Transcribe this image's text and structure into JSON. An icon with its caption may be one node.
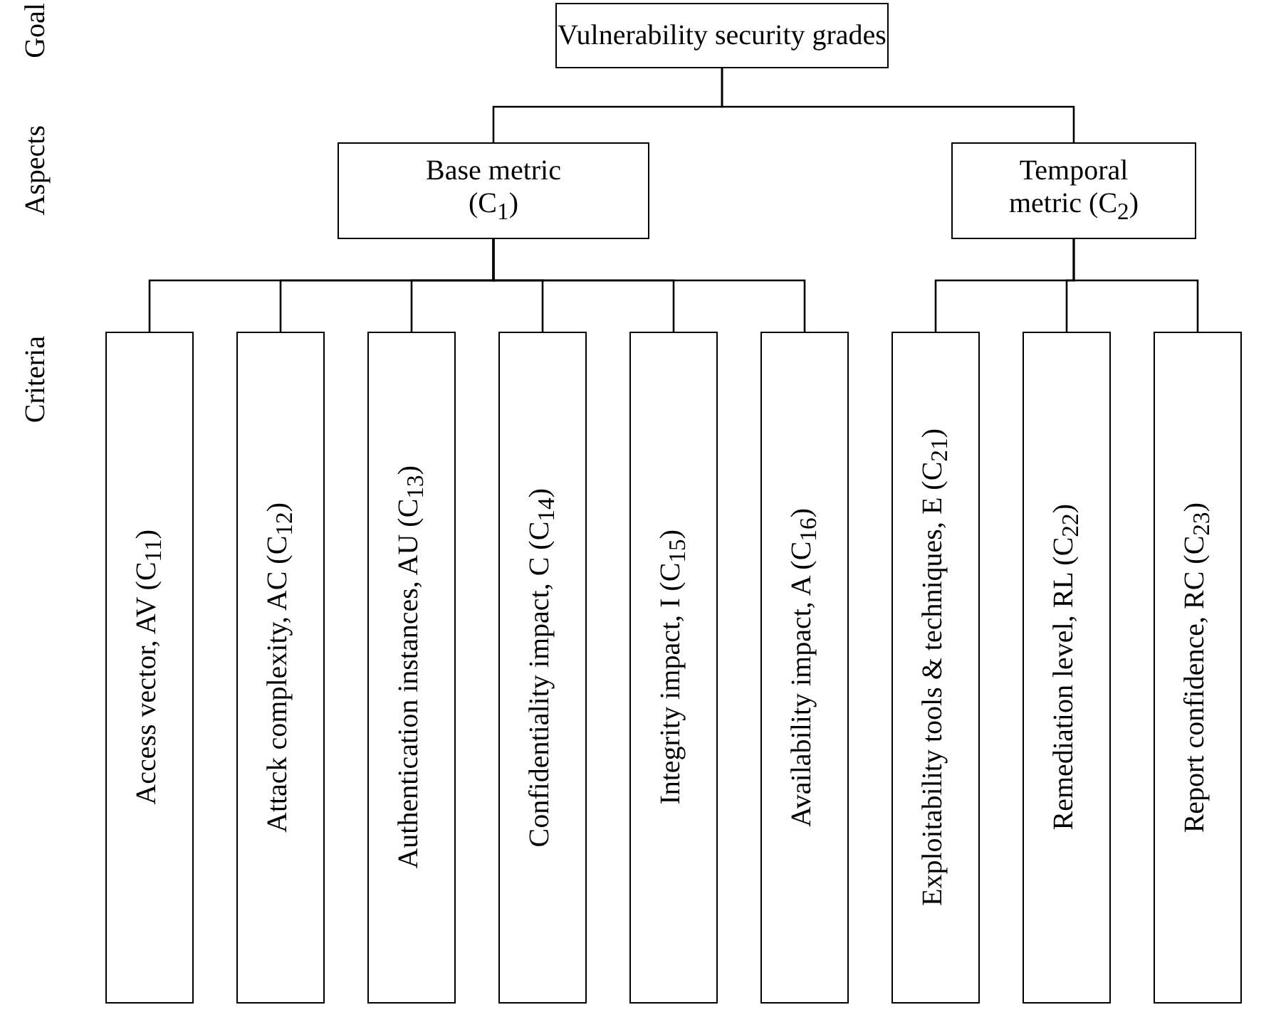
{
  "diagram": {
    "nodes": [
      {
        "text": [
          "Vulnerability security grades"
        ]
      },
      {
        "text": [
          "Base metric (C$_{1}$)"
        ]
      },
      {
        "text": [
          "Temporal metric (C$_{2}$)"
        ]
      },
      {
        "text": [
          "Access vector, AV (C$_{11}$)"
        ]
      },
      {
        "text": [
          "Attack complexity, AC (C$_{12}$)"
        ]
      },
      {
        "text": [
          "Authentication instances, AU (C$_{13}$)"
        ]
      },
      {
        "text": [
          "Confidentiality impact, C (C$_{14}$)"
        ]
      },
      {
        "text": [
          "Integrity impact, I (C$_{15}$)"
        ]
      },
      {
        "text": [
          "Availability impact, A (C$_{16}$)"
        ]
      },
      {
        "text": [
          "Exploitability tools & techniques, E (C$_{21}$)"
        ]
      },
      {
        "text": [
          "Remediation level, RL (C$_{22}$)"
        ]
      },
      {
        "text": [
          "Report confidence, RC (C$_{23}$)"
        ]
      }
    ],
    "edges": [
      {
        "from": 0,
        "to": 1,
        "arrow": "none"
      },
      {
        "from": 0,
        "to": 2,
        "arrow": "none"
      },
      {
        "from": 1,
        "to": 3,
        "arrow": "none"
      },
      {
        "from": 1,
        "to": 4,
        "arrow": "none"
      },
      {
        "from": 1,
        "to": 5,
        "arrow": "none"
      },
      {
        "from": 1,
        "to": 6,
        "arrow": "none"
      },
      {
        "from": 1,
        "to": 7,
        "arrow": "none"
      },
      {
        "from": 1,
        "to": 8,
        "arrow": "none"
      },
      {
        "from": 2,
        "to": 9,
        "arrow": "none"
      },
      {
        "from": 2,
        "to": 10,
        "arrow": "none"
      },
      {
        "from": 2,
        "to": 11,
        "arrow": "none"
      }
    ],
    "labels": [
      "Goal",
      "Aspects",
      "Criteria"
    ]
  }
}
